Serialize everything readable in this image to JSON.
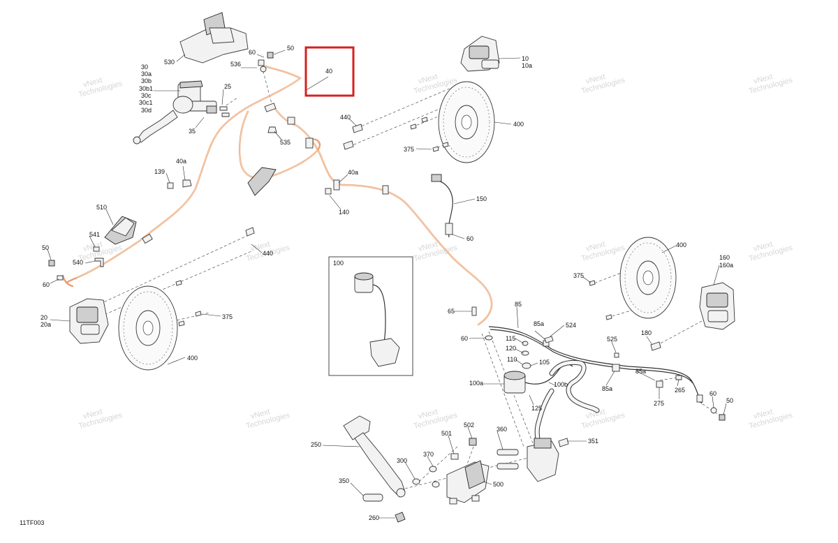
{
  "diagram": {
    "code": "11TF003",
    "watermark_line1": "vNext",
    "watermark_line2": "Technologies",
    "highlight_color": "#d62020",
    "brake_line_color": "#e8a070",
    "callouts": {
      "c530": "530",
      "c60a": "60",
      "c50a": "50",
      "c536": "536",
      "c40": "40",
      "c30": "30",
      "c30a": "30a",
      "c30b": "30b",
      "c30b1": "30b1",
      "c30c": "30c",
      "c30c1": "30c1",
      "c30d": "30d",
      "c25": "25",
      "c35": "35",
      "c535": "535",
      "c139": "139",
      "c40a1": "40a",
      "c40a2": "40a",
      "c140": "140",
      "c10": "10",
      "c10a": "10a",
      "c440a": "440",
      "c400a": "400",
      "c375a": "375",
      "c150": "150",
      "c60b": "60",
      "c510": "510",
      "c541": "541",
      "c540": "540",
      "c50b": "50",
      "c60c": "60",
      "c440b": "440",
      "c20": "20",
      "c20a": "20a",
      "c375b": "375",
      "c400b": "400",
      "c100": "100",
      "c400c": "400",
      "c375c": "375",
      "c160": "160",
      "c160a": "160a",
      "c180": "180",
      "c65": "65",
      "c85": "85",
      "c85a1": "85a",
      "c524": "524",
      "c60d": "60",
      "c115": "115",
      "c120": "120",
      "c110": "110",
      "c105": "105",
      "c525": "525",
      "c85a2": "85a",
      "c85a3": "85a",
      "c100a": "100a",
      "c100b": "100b",
      "c125": "125",
      "c275": "275",
      "c265": "265",
      "c60e": "60",
      "c50c": "50",
      "c250": "250",
      "c502": "502",
      "c501": "501",
      "c360": "360",
      "c351": "351",
      "c370": "370",
      "c300": "300",
      "c350": "350",
      "c500": "500",
      "c260": "260"
    }
  }
}
